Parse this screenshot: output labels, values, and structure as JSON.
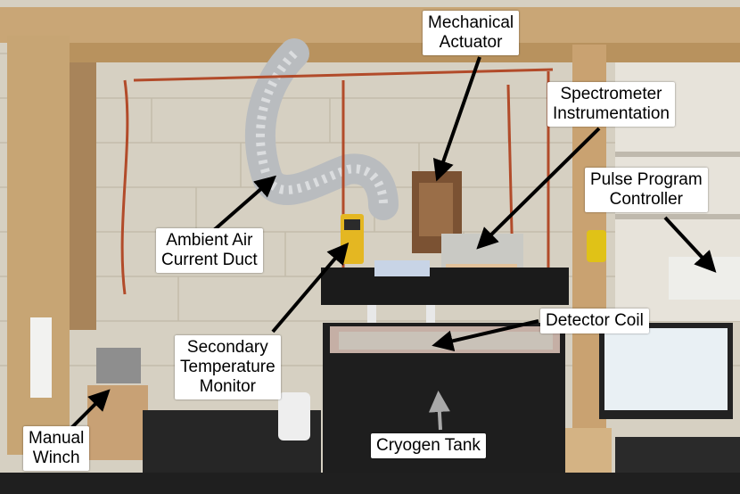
{
  "annotations": {
    "mechanical_actuator": [
      "Mechanical",
      "Actuator"
    ],
    "spectrometer_instrumentation": [
      "Spectrometer",
      "Instrumentation"
    ],
    "pulse_program_controller": [
      "Pulse Program",
      "Controller"
    ],
    "ambient_air_current_duct": [
      "Ambient Air",
      "Current Duct"
    ],
    "detector_coil": [
      "Detector Coil"
    ],
    "secondary_temperature_monitor": [
      "Secondary",
      "Temperature",
      "Monitor"
    ],
    "manual_winch": [
      "Manual",
      "Winch"
    ],
    "cryogen_tank": [
      "Cryogen Tank"
    ]
  },
  "colors": {
    "label_bg": "#ffffff",
    "arrow": "#000000",
    "tank": "#1c1c1c",
    "wood": "#caa77a",
    "wall": "#d8d2c4"
  }
}
